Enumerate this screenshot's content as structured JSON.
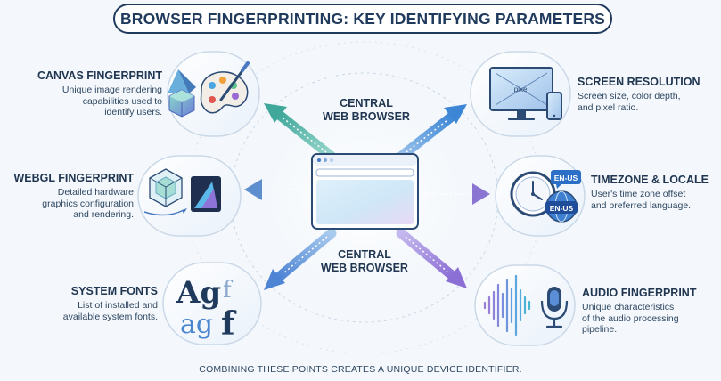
{
  "title": "BROWSER FINGERPRINTING: KEY IDENTIFYING PARAMETERS",
  "center": {
    "label_top_line1": "CENTRAL",
    "label_top_line2": "WEB BROWSER",
    "label_bottom_line1": "CENTRAL",
    "label_bottom_line2": "WEB BROWSER"
  },
  "left": [
    {
      "title": "CANVAS FINGERPRINT",
      "desc1": "Unique image rendering",
      "desc2": "capabilities used to",
      "desc3": "identify users.",
      "icon": "paint-palette-icon"
    },
    {
      "title": "WEBGL FINGERPRINT",
      "desc1": "Detailed hardware",
      "desc2": "graphics configuration",
      "desc3": "and rendering.",
      "icon": "3d-cube-icon"
    },
    {
      "title": "SYSTEM FONTS",
      "desc1": "List of installed and",
      "desc2": "available system fonts.",
      "desc3": "",
      "icon": "font-glyphs-icon"
    }
  ],
  "right": [
    {
      "title": "SCREEN RESOLUTION",
      "desc1": "Screen size, color depth,",
      "desc2": "and pixel ratio.",
      "desc3": "",
      "icon": "monitor-phone-icon"
    },
    {
      "title": "TIMEZONE & LOCALE",
      "desc1": "User's time zone offset",
      "desc2": "and preferred language.",
      "desc3": "",
      "icon": "clock-globe-icon"
    },
    {
      "title": "AUDIO FINGERPRINT",
      "desc1": "Unique characteristics",
      "desc2": "of the audio processing",
      "desc3": "pipeline.",
      "icon": "waveform-microphone-icon"
    }
  ],
  "icon_text": {
    "pixel": "pixel",
    "locale_badge_1": "EN-US",
    "locale_badge_2": "EN-US",
    "glyphs_1": "Ag",
    "glyphs_2": "f",
    "glyphs_3": "ag",
    "glyphs_4": "f"
  },
  "footer": "COMBINING THESE POINTS CREATES A UNIQUE DEVICE IDENTIFIER.",
  "colors": {
    "navy": "#1f3a5c",
    "arrow_green": "#6fc7b4",
    "arrow_blue": "#5a8fd8",
    "arrow_purple": "#9a7fd6",
    "browser_accent": "#4a78c2"
  }
}
